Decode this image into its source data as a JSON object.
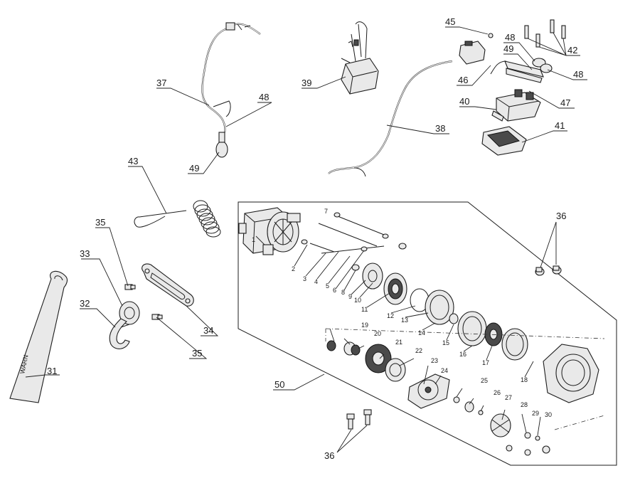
{
  "labels": {
    "l31": "31",
    "l32": "32",
    "l33": "33",
    "l34": "34",
    "l35a": "35",
    "l35b": "35",
    "l36a": "36",
    "l36b": "36",
    "l37": "37",
    "l38": "38",
    "l39": "39",
    "l40": "40",
    "l41": "41",
    "l42": "42",
    "l43": "43",
    "l45": "45",
    "l46": "46",
    "l47": "47",
    "l48a": "48",
    "l48b": "48",
    "l48c": "48",
    "l49a": "49",
    "l49b": "49",
    "l50": "50"
  },
  "small": {
    "s1": "1",
    "s2": "2",
    "s3": "3",
    "s4": "4",
    "s5": "5",
    "s6": "6",
    "s7": "7",
    "s8": "8",
    "s9": "9",
    "s10": "10",
    "s11": "11",
    "s12": "12",
    "s13": "13",
    "s14": "14",
    "s15": "15",
    "s16": "16",
    "s17": "17",
    "s18": "18",
    "s19": "19",
    "s20": "20",
    "s21": "21",
    "s22": "22",
    "s23": "23",
    "s24": "24",
    "s25": "25",
    "s26": "26",
    "s27": "27",
    "s28": "28",
    "s29": "29",
    "s30": "30"
  },
  "strap_text": "WARN"
}
